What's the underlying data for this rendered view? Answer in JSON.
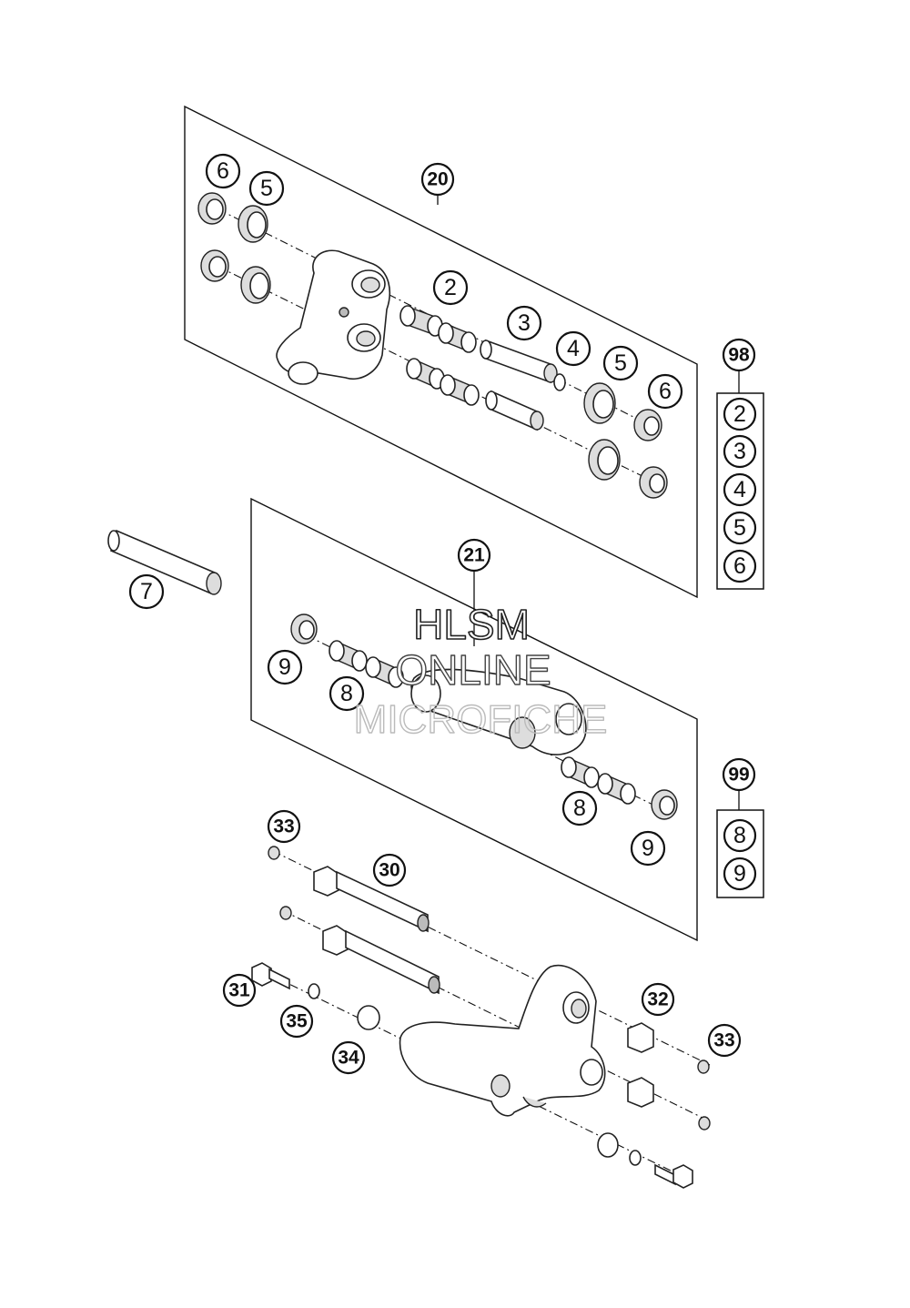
{
  "callouts": {
    "p20": "20",
    "p21": "21",
    "p98": "98",
    "p99": "99",
    "p6a": "6",
    "p5a": "5",
    "p2": "2",
    "p3": "3",
    "p4": "4",
    "p5b": "5",
    "p6b": "6",
    "p7": "7",
    "p9a": "9",
    "p8a": "8",
    "p8b": "8",
    "p9b": "9",
    "p33a": "33",
    "p30": "30",
    "p31": "31",
    "p35": "35",
    "p34": "34",
    "p32": "32",
    "p33b": "33"
  },
  "kit98": [
    "2",
    "3",
    "4",
    "5",
    "6"
  ],
  "kit99": [
    "8",
    "9"
  ],
  "watermark": {
    "line1": "HLSM",
    "line2": "ONLINE",
    "line3": "MICROFICHE"
  }
}
